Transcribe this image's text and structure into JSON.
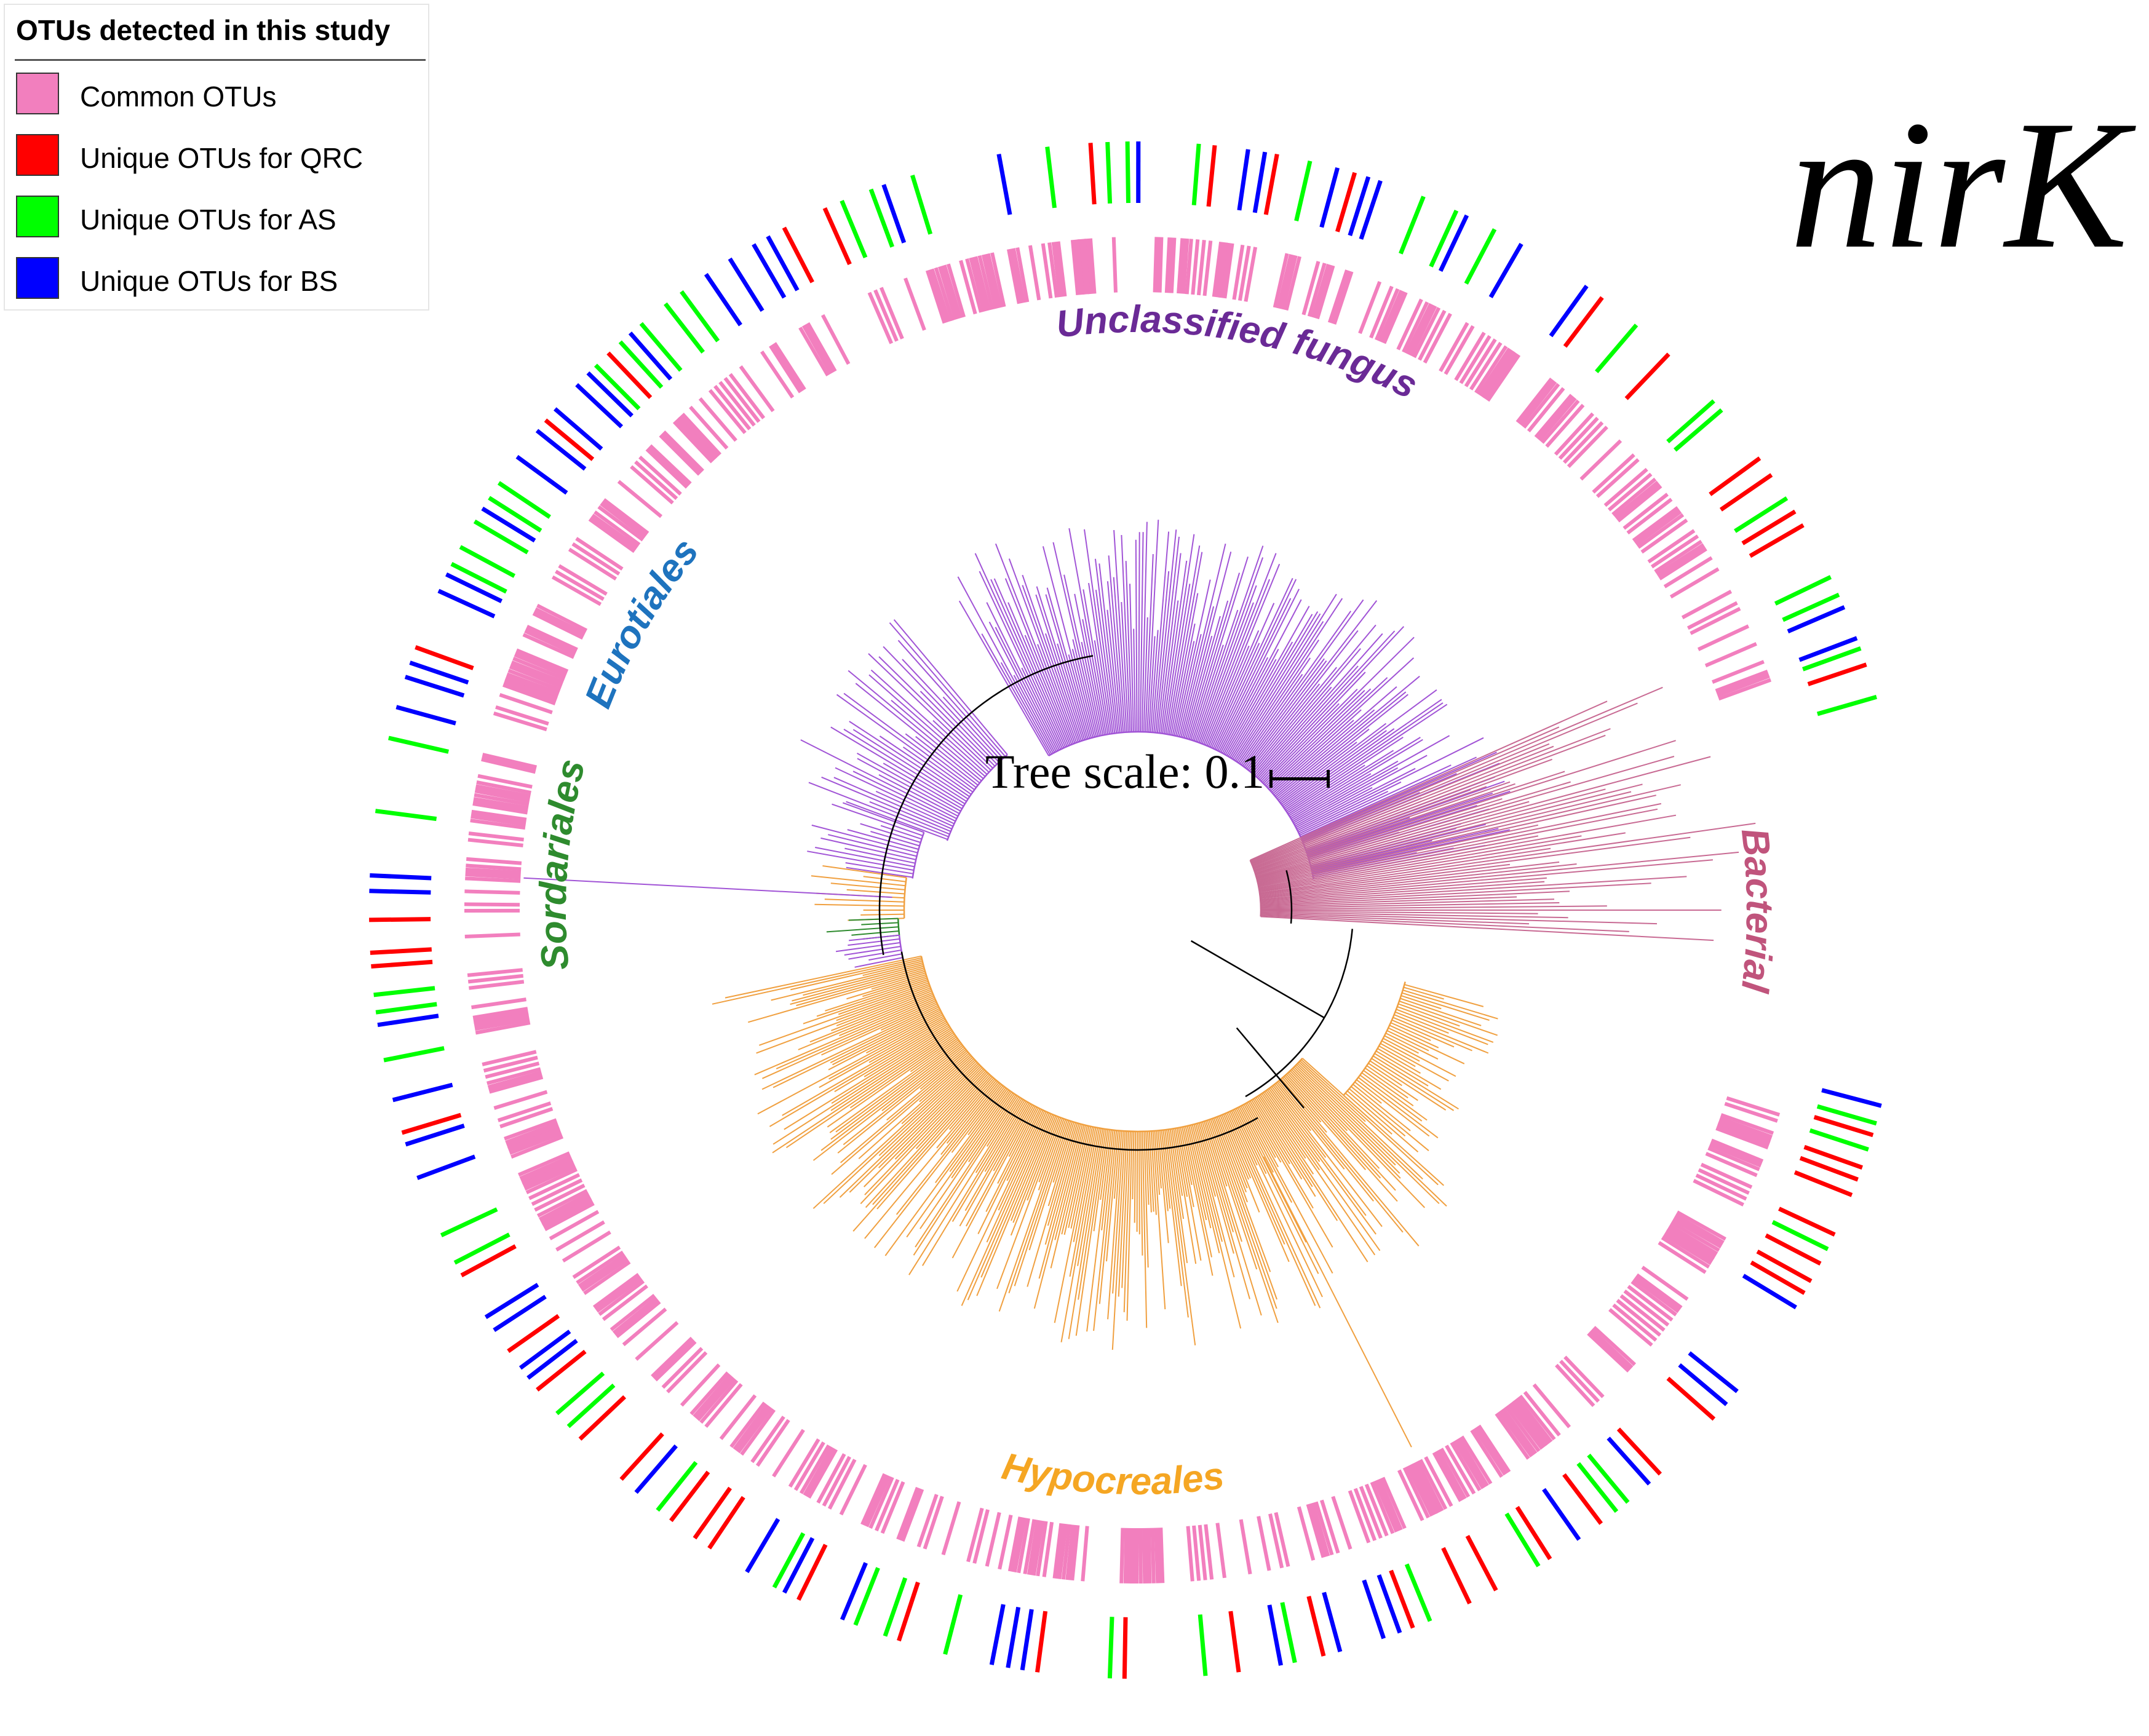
{
  "legend": {
    "title": "OTUs detected in this study",
    "items": [
      {
        "label": "Common OTUs",
        "color": "#f27fbe"
      },
      {
        "label": "Unique OTUs for QRC",
        "color": "#ff0000"
      },
      {
        "label": "Unique OTUs for AS",
        "color": "#00ff00"
      },
      {
        "label": "Unique OTUs for BS",
        "color": "#0000ff"
      }
    ]
  },
  "gene_title": "nirK",
  "tree_scale": {
    "label": "Tree scale: 0.1"
  },
  "clades": [
    {
      "name": "Unclassified fungus",
      "color": "#6a2a96"
    },
    {
      "name": "Eurotiales",
      "color": "#1e73be"
    },
    {
      "name": "Sordariales",
      "color": "#2e8b2e"
    },
    {
      "name": "Bacterial",
      "color": "#c0547c"
    },
    {
      "name": "Hypocreales",
      "color": "#f5a623"
    }
  ],
  "branch_colors": {
    "unclassified": "#a154d6",
    "hypocreales": "#f0a040",
    "bacterial": "#c86a93",
    "sordariales": "#2e8b2e",
    "backbone": "#000000"
  }
}
